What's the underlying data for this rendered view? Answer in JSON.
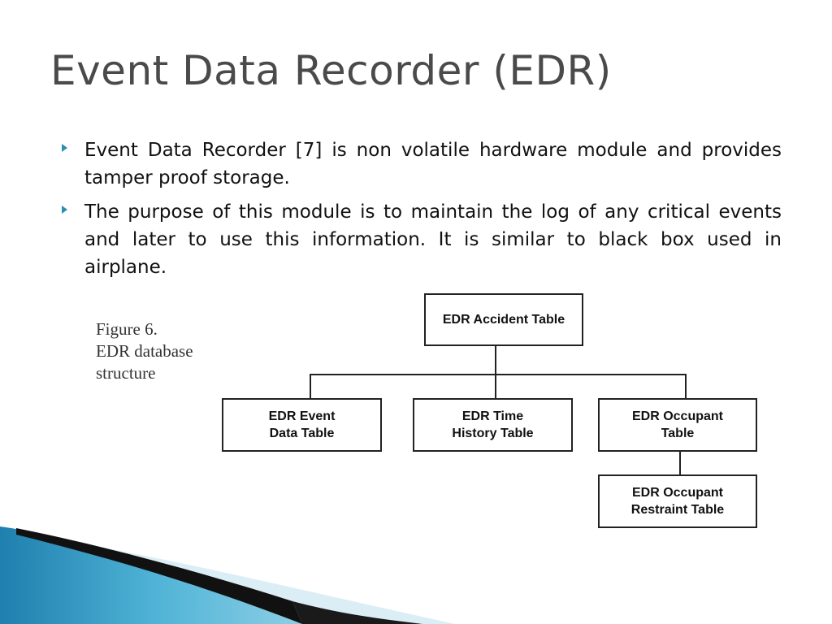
{
  "slide": {
    "title": "Event Data Recorder (EDR)",
    "bullets": [
      "Event Data Recorder [7] is non volatile hardware module and provides tamper proof storage.",
      "The purpose of this module is to maintain the log of any critical events and later to use this information. It is similar to black box used in airplane."
    ],
    "figure_caption": {
      "line1": "Figure 6.",
      "line2": "EDR database",
      "line3": "structure"
    },
    "diagram": {
      "root": "EDR Accident Table",
      "event_line1": "EDR Event",
      "event_line2": "Data Table",
      "time_line1": "EDR Time",
      "time_line2": "History Table",
      "occupant_line1": "EDR Occupant",
      "occupant_line2": "Table",
      "restraint_line1": "EDR Occupant",
      "restraint_line2": "Restraint Table"
    }
  },
  "colors": {
    "title": "#4a4a4a",
    "bullet_marker": "#2a8fb3",
    "wave_blue": "#2e94bf",
    "wave_light": "#d9ecf4"
  }
}
